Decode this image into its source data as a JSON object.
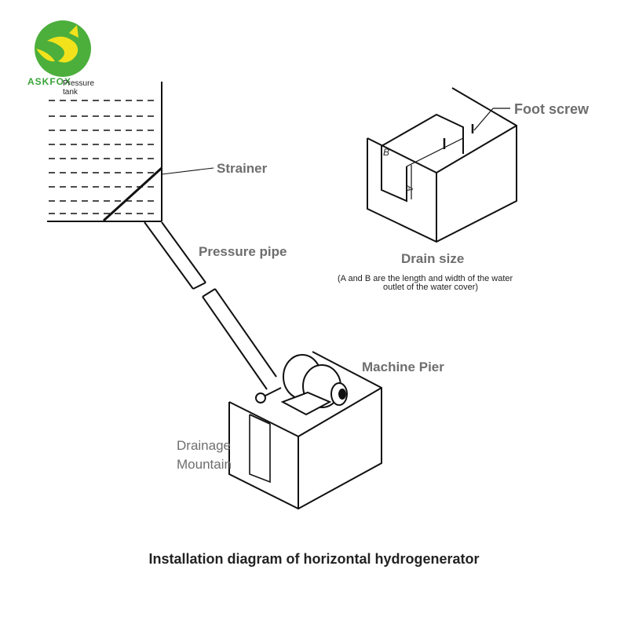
{
  "brand": {
    "name": "ASKFOX",
    "logo_green": "#3aa43a",
    "logo_light": "#7dd35c",
    "logo_yellow": "#f2e21c"
  },
  "labels": {
    "pressure_tank_line1": "Pressure",
    "pressure_tank_line2": "tank",
    "strainer": "Strainer",
    "pressure_pipe": "Pressure pipe",
    "foot_screw": "Foot screw",
    "drain_size": "Drain size",
    "drain_note_line1": "(A and B are the length and width of the water",
    "drain_note_line2": "outlet of the water cover)",
    "machine_pier": "Machine Pier",
    "drainage_line1": "Drainage",
    "drainage_line2": "Mountain",
    "dim_a": "A",
    "dim_b": "B"
  },
  "caption": "Installation diagram of horizontal hydrogenerator"
}
